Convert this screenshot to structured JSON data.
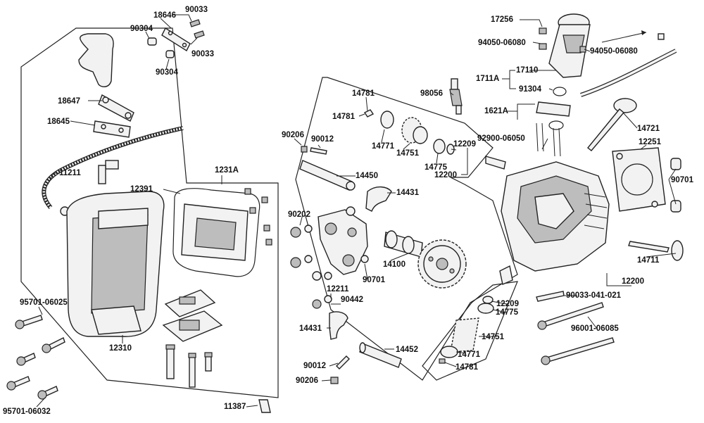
{
  "labels": {
    "p18646": "18646",
    "p90033a": "90033",
    "p90304a": "90304",
    "p90033b": "90033",
    "p90304b": "90304",
    "p18647": "18647",
    "p18645": "18645",
    "p11211": "11211",
    "p12391": "12391",
    "p1231A": "1231A",
    "p12310": "12310",
    "p95701_06025": "95701-06025",
    "p95701_06032": "95701-06032",
    "p11387": "11387",
    "p90206a": "90206",
    "p90012a": "90012",
    "p14450": "14450",
    "p14431a": "14431",
    "p90202": "90202",
    "p90701a": "90701",
    "p14100": "14100",
    "p12211": "12211",
    "p90442": "90442",
    "p14431b": "14431",
    "p14452": "14452",
    "p90012b": "90012",
    "p90206b": "90206",
    "p14781a": "14781",
    "p14781b": "14781",
    "p14771a": "14771",
    "p14751a": "14751",
    "p14775a": "14775",
    "p12209a": "12209",
    "p12200a": "12200",
    "p98056": "98056",
    "p17256": "17256",
    "p94050a": "94050-06080",
    "p94050b": "94050-06080",
    "p1711A": "1711A",
    "p17110": "17110",
    "p91304": "91304",
    "p1621A": "1621A",
    "p92900": "92900-06050",
    "p14721": "14721",
    "p12251": "12251",
    "p90701b": "90701",
    "p14711": "14711",
    "p12200b": "12200",
    "p90033_041": "90033-041-021",
    "p12209b": "12209",
    "p14775b": "14775",
    "p14751b": "14751",
    "p96001": "96001-06085",
    "p14771b": "14771",
    "p14781c": "14781"
  }
}
